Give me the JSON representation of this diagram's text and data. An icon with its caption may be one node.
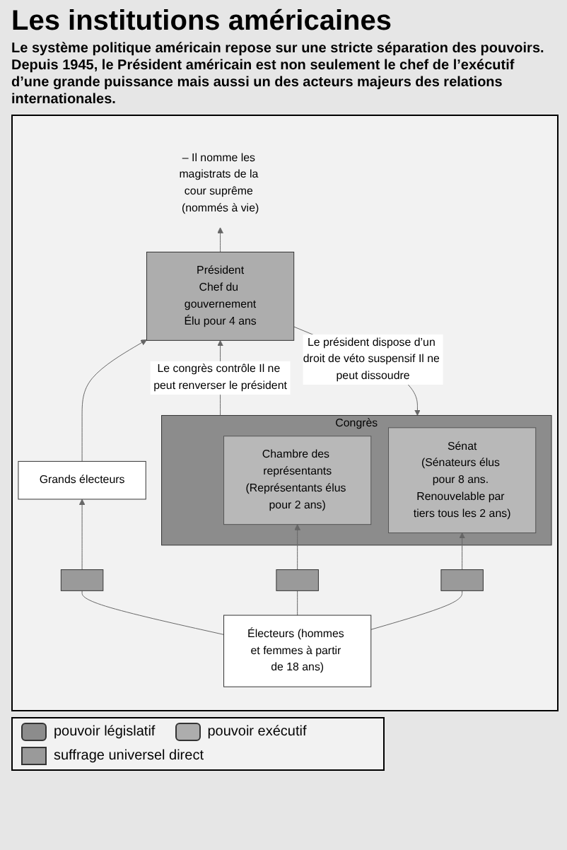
{
  "diagram": {
    "title": "Les institutions américaines",
    "nodes": [
      {
        "text": [
          "Président",
          "Chef du gouvernement",
          "Élu pour 4 ans"
        ]
      },
      {
        "text": [
          "– Il nomme les magistrats de la cour suprême (nommés à vie)"
        ]
      },
      {
        "text": [
          "Congrès"
        ]
      },
      {
        "text": [
          "Chambre des représentants",
          "(Représentants élus pour 2 ans)"
        ],
        "in": 2
      },
      {
        "text": [
          "Sénat",
          "(Sénateurs élus pour 8 ans. Renouvelable par tiers tous les 2 ans)"
        ],
        "in": 2
      },
      {
        "text": [
          "Grands électeurs"
        ]
      },
      {
        "text": [],
        "shape": "box"
      },
      {
        "text": [],
        "shape": "box"
      },
      {
        "text": [],
        "shape": "box"
      },
      {
        "text": [
          "Électeurs (hommes et femmes à partir de 18 ans)"
        ]
      }
    ],
    "edges": [
      {
        "from": 9,
        "to": 7,
        "arrow": "none"
      },
      {
        "from": 7,
        "to": 3,
        "arrow": "to"
      },
      {
        "from": 9,
        "to": 8,
        "arrow": "none"
      },
      {
        "from": 8,
        "to": 4,
        "arrow": "to"
      },
      {
        "from": 9,
        "to": 6,
        "arrow": "none"
      },
      {
        "from": 6,
        "to": 5,
        "arrow": "to"
      },
      {
        "from": 5,
        "to": 0,
        "arrow": "to"
      },
      {
        "from": 2,
        "to": 0,
        "label": "Le congrès contrôle Il ne peut renverser le président",
        "arrow": "to"
      },
      {
        "from": 0,
        "to": 2,
        "label": "Le président dispose d’un droit de véto suspensif Il ne peut dissoudre",
        "arrow": "to"
      },
      {
        "from": 0,
        "to": 1,
        "arrow": "to"
      }
    ],
    "labels": [
      "Le système politique américain repose sur une stricte séparation des pouvoirs. Depuis 1945, le Président américain est non seulement le chef de l’exécutif d’une grande puissance mais aussi un des acteurs majeurs des relations internationales."
    ],
    "legend": [
      {
        "text": "pouvoir législatif",
        "color": "#8c8c8c"
      },
      {
        "text": "pouvoir exécutif",
        "color": "#adadad"
      },
      {
        "text": "suffrage universel direct"
      }
    ]
  }
}
